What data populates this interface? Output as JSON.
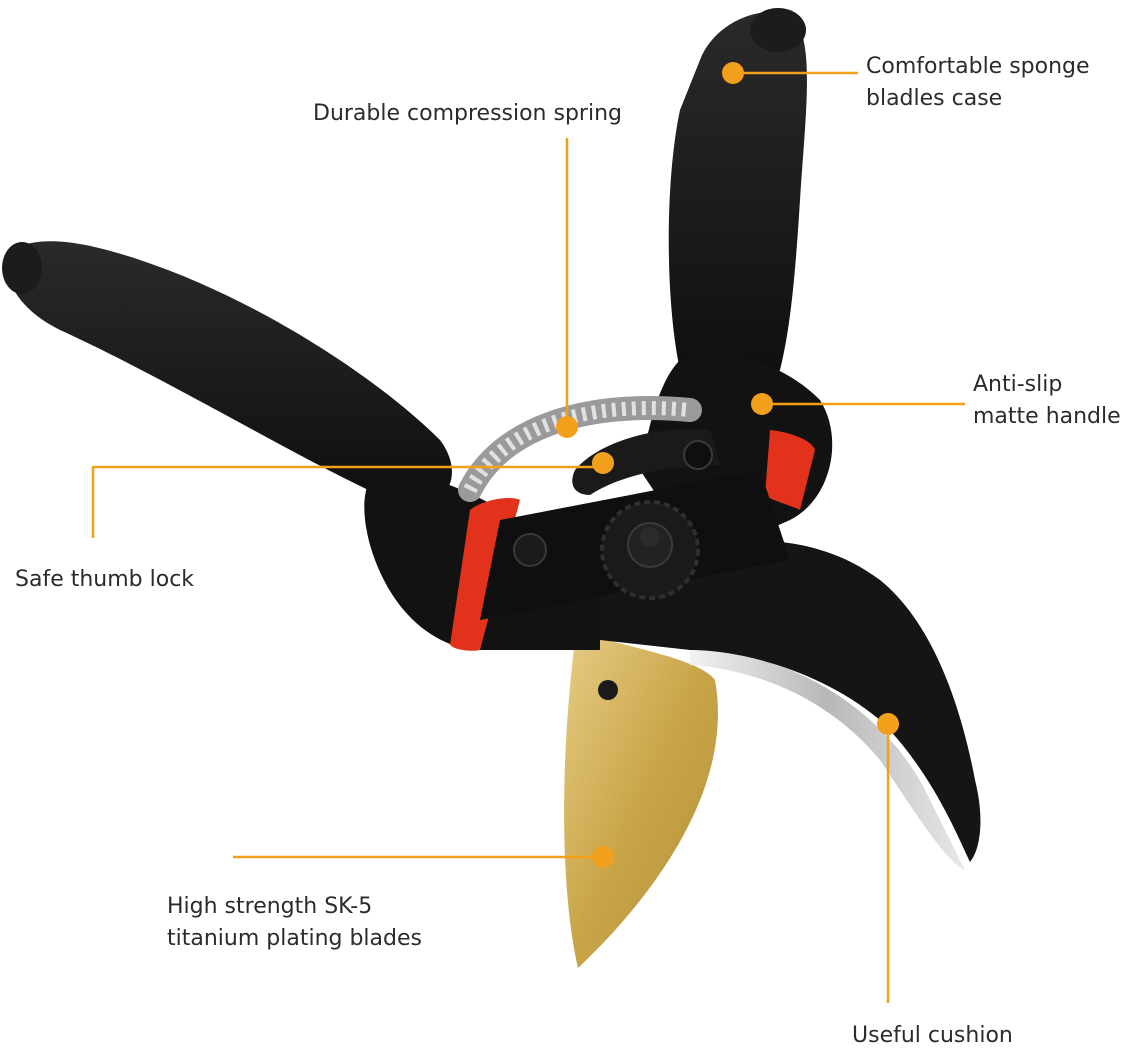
{
  "colors": {
    "leader": "#f2a01c",
    "handle": "#161616",
    "blade_gold": "#d3b25c",
    "steel": "#c9c9c9",
    "band_red": "#e2321b",
    "text": "#2b2b2b"
  },
  "callouts": {
    "spring": {
      "lines": [
        "Durable compression spring"
      ]
    },
    "sponge": {
      "lines": [
        "Comfortable sponge",
        "bladles case"
      ]
    },
    "antislip": {
      "lines": [
        "Anti-slip",
        "matte handle"
      ]
    },
    "thumblock": {
      "lines": [
        "Safe thumb lock"
      ]
    },
    "blades": {
      "lines": [
        "High strength SK-5",
        "titanium plating blades"
      ]
    },
    "cushion": {
      "lines": [
        "Useful cushion"
      ]
    }
  }
}
